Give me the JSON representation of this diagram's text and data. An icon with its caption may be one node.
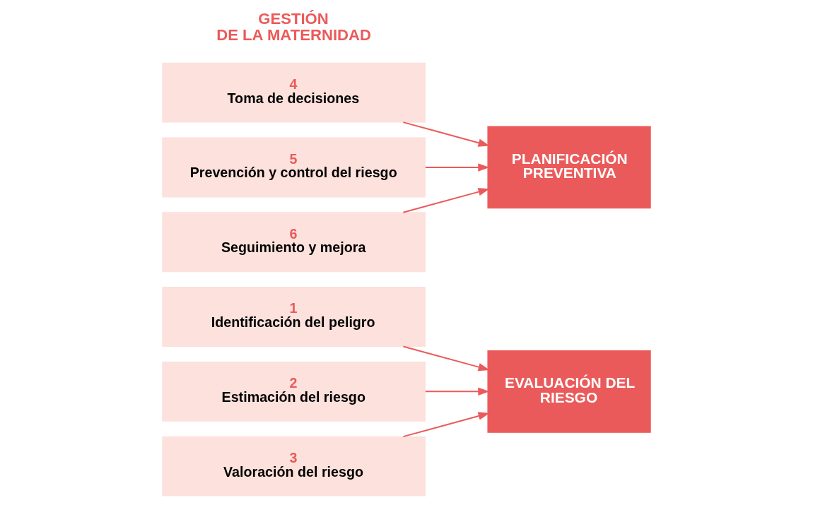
{
  "diagram": {
    "nodes": [
      {
        "text": [
          "1",
          "Identificación del peligro"
        ]
      },
      {
        "text": [
          "2",
          "Estimación del riesgo"
        ]
      },
      {
        "text": [
          "3",
          "Valoración del riesgo"
        ]
      },
      {
        "text": [
          "4",
          "Toma de decisiones"
        ]
      },
      {
        "text": [
          "5",
          "Prevención y control del riesgo"
        ]
      },
      {
        "text": [
          "6",
          "Seguimiento y mejora"
        ]
      },
      {
        "text": [
          "EVALUACIÓN DEL RIESGO"
        ]
      },
      {
        "text": [
          "PLANIFICACIÓN PREVENTIVA"
        ]
      }
    ],
    "edges": [
      {
        "from": 0,
        "to": 6,
        "arrow": "to"
      },
      {
        "from": 1,
        "to": 6,
        "arrow": "to"
      },
      {
        "from": 2,
        "to": 6,
        "arrow": "to"
      },
      {
        "from": 3,
        "to": 7,
        "arrow": "to"
      },
      {
        "from": 4,
        "to": 7,
        "arrow": "to"
      },
      {
        "from": 5,
        "to": 7,
        "arrow": "to"
      }
    ],
    "labels": [
      "GESTIÓN DE LA MATERNIDAD"
    ]
  }
}
